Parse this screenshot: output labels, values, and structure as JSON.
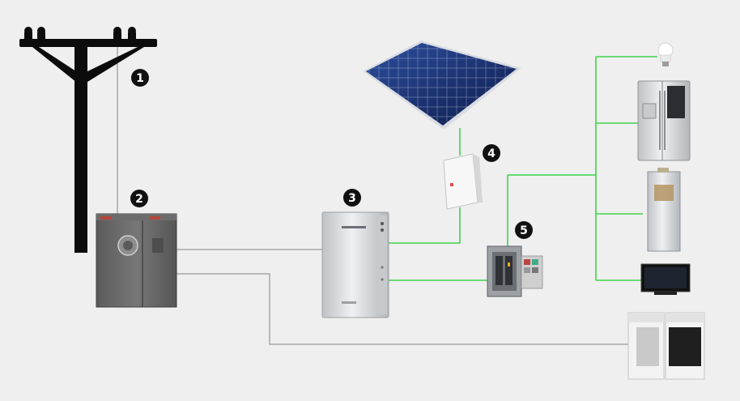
{
  "colors": {
    "background": "#efefef",
    "solar_wire": "#3fd34a",
    "grid_wire": "#9a9a9a",
    "pole": "#0c0c0c",
    "badge": "#111111",
    "badge_text": "#ffffff"
  },
  "markers": {
    "utility_pole": "1",
    "utility_meter": "2",
    "battery": "3",
    "inverter": "4",
    "subpanel": "5"
  },
  "components": {
    "utility_pole": {
      "icon": "utility-pole-icon"
    },
    "utility_meter": {
      "icon": "electric-meter-icon"
    },
    "battery": {
      "icon": "home-battery-icon"
    },
    "solar_panel": {
      "icon": "solar-panel-icon"
    },
    "inverter": {
      "icon": "solar-inverter-icon"
    },
    "subpanel": {
      "icon": "breaker-panel-icon"
    },
    "loads": [
      {
        "icon": "light-bulb-icon"
      },
      {
        "icon": "refrigerator-icon"
      },
      {
        "icon": "water-heater-icon"
      },
      {
        "icon": "television-icon"
      },
      {
        "icon": "washer-dryer-icon"
      }
    ]
  }
}
